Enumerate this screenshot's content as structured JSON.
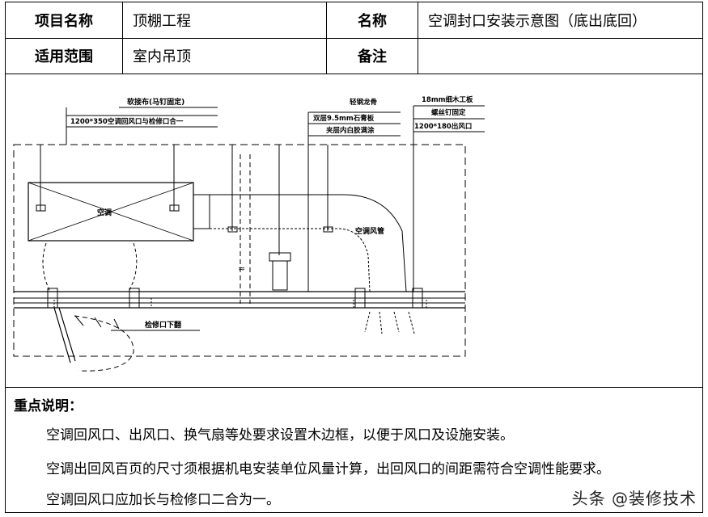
{
  "header": {
    "project_label": "项目名称",
    "project_value": "顶棚工程",
    "name_label": "名称",
    "name_value": "空调封口安装示意图（底出底回）",
    "scope_label": "适用范围",
    "scope_value": "室内吊顶",
    "remark_label": "备注",
    "remark_value": ""
  },
  "drawing": {
    "label_soft_cloth": "软接布(马钉固定)",
    "label_return_vent": "1200*350空调回风口与检修口合一",
    "label_keel": "轻钢龙骨",
    "label_gypsum": "双层9.5mm石膏板",
    "label_glue": "夹层内白胶满涂",
    "label_wood_board": "18mm细木工板",
    "label_screw": "螺丝钉固定",
    "label_supply_vent": "1200*180出风口",
    "label_ac": "空调",
    "label_duct": "空调风管",
    "label_hatch": "检修口下翻"
  },
  "notes": {
    "title": "重点说明：",
    "items": [
      "空调回风口、出风口、换气扇等处要求设置木边框，以便于风口及设施安装。",
      "空调出回风百页的尺寸须根据机电安装单位风量计算，出回风口的间距需符合空调性能要求。",
      "空调回风口应加长与检修口二合为一。"
    ]
  },
  "watermark": "头条 @装修技术"
}
